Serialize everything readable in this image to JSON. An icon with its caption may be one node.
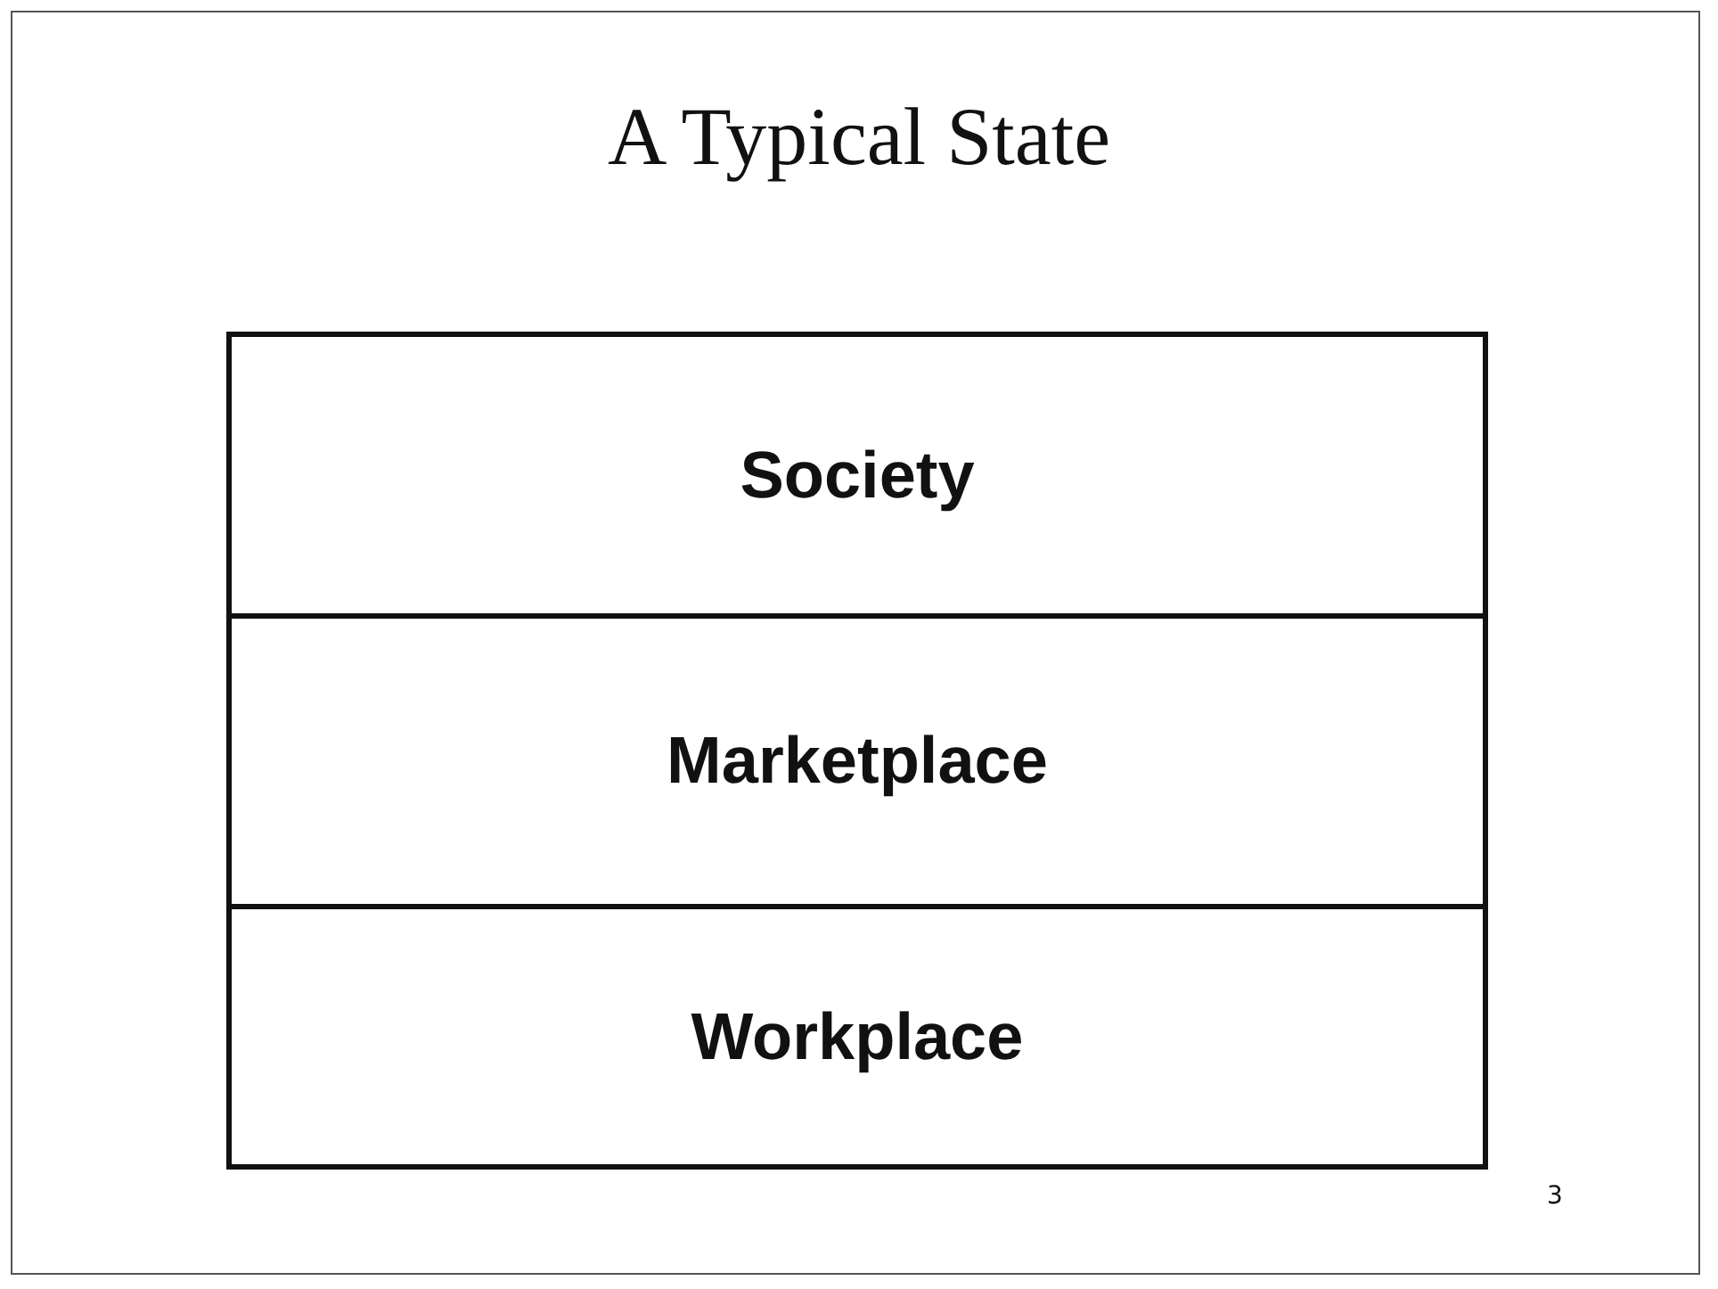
{
  "diagram": {
    "title": "A Typical State",
    "nodes": [
      {
        "text": [
          "Society"
        ]
      },
      {
        "text": [
          "Marketplace"
        ]
      },
      {
        "text": [
          "Workplace"
        ]
      }
    ],
    "labels": [
      "3"
    ]
  }
}
